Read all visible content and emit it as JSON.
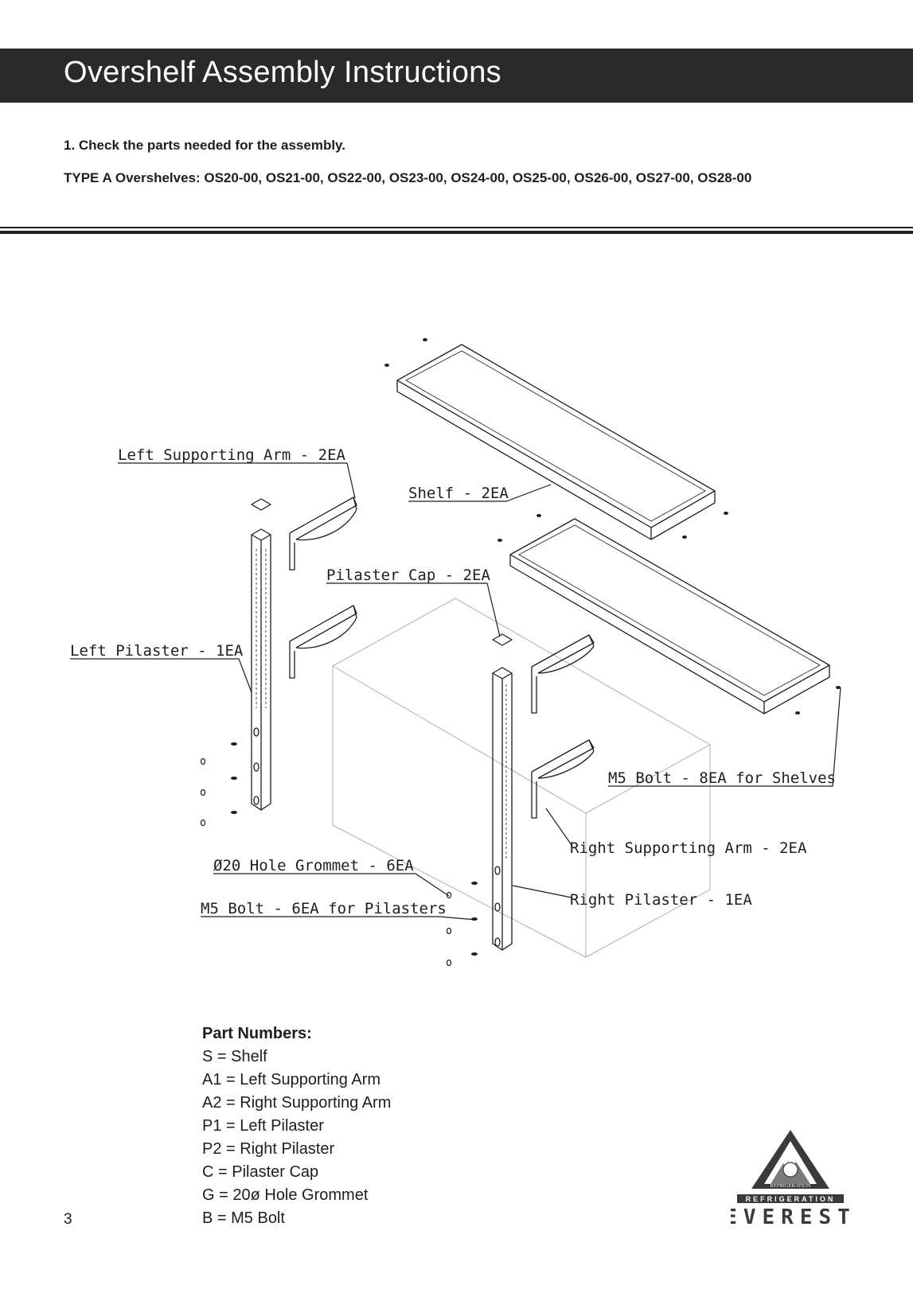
{
  "header": {
    "title": "Overshelf Assembly Instructions"
  },
  "step": {
    "text": "1.  Check the parts needed for the assembly."
  },
  "types": {
    "text": "TYPE A Overshelves: OS20-00, OS21-00, OS22-00, OS23-00, OS24-00, OS25-00, OS26-00, OS27-00, OS28-00"
  },
  "diagram": {
    "labels": {
      "left_arm": "Left Supporting Arm - 2EA",
      "shelf": "Shelf - 2EA",
      "pilaster_cap": "Pilaster Cap - 2EA",
      "left_pilaster": "Left Pilaster - 1EA",
      "shelf_bolt": "M5 Bolt - 8EA for Shelves",
      "right_arm": "Right Supporting Arm - 2EA",
      "grommet": "Ø20 Hole Grommet - 6EA",
      "pilaster_bolt": "M5 Bolt - 6EA for Pilasters",
      "right_pilaster": "Right Pilaster - 1EA"
    }
  },
  "parts": {
    "title": "Part Numbers:",
    "items": [
      "S = Shelf",
      "A1 = Left Supporting Arm",
      "A2 = Right Supporting Arm",
      "P1 = Left Pilaster",
      "P2 = Right Pilaster",
      "C = Pilaster Cap",
      "G = 20ø Hole Grommet",
      "B = M5 Bolt"
    ]
  },
  "page_number": "3",
  "logo": {
    "brand": "EVEREST",
    "tagline": "REFRIGERATION",
    "ring_text": "EVEREST",
    "ring_text_2": "REFRIGERATION"
  }
}
